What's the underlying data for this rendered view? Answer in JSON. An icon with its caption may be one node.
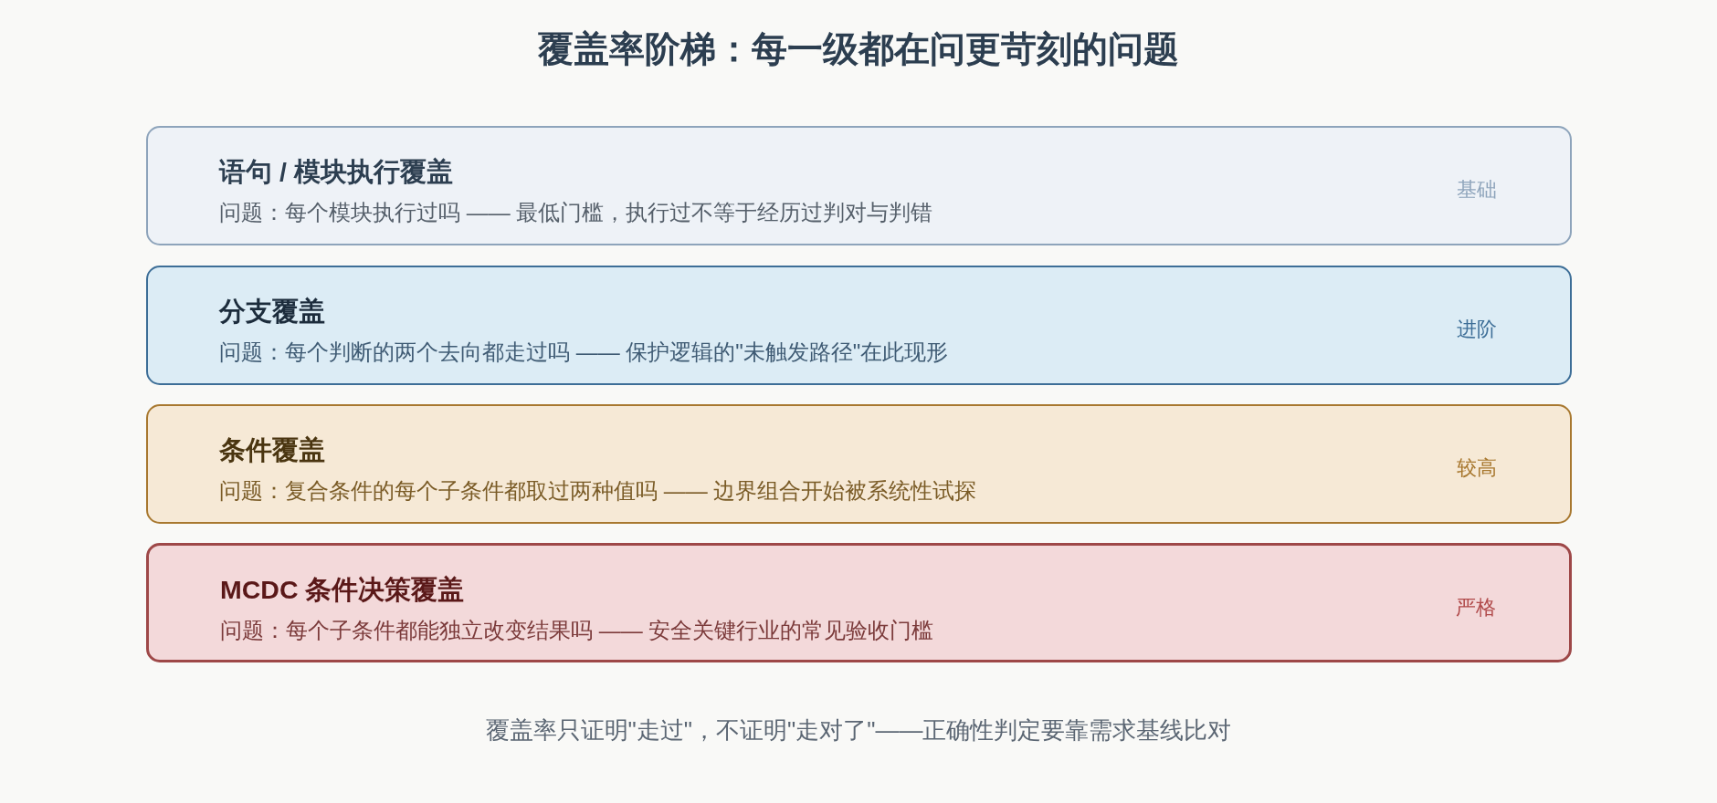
{
  "diagram": {
    "title": "覆盖率阶梯：每一级都在问更苛刻的问题",
    "nodes": [
      {
        "text": [
          "语句 / 模块执行覆盖",
          "问题：每个模块执行过吗 —— 最低门槛，执行过不等于经历过判对与判错",
          "基础"
        ]
      },
      {
        "text": [
          "分支覆盖",
          "问题：每个判断的两个去向都走过吗 —— 保护逻辑的\"未触发路径\"在此现形",
          "进阶"
        ]
      },
      {
        "text": [
          "条件覆盖",
          "问题：复合条件的每个子条件都取过两种值吗 —— 边界组合开始被系统性试探",
          "较高"
        ]
      },
      {
        "text": [
          "MCDC 条件决策覆盖",
          "问题：每个子条件都能独立改变结果吗 —— 安全关键行业的常见验收门槛",
          "严格"
        ]
      }
    ],
    "caption": "覆盖率只证明\"走过\"，不证明\"走对了\"——正确性判定要靠需求基线比对"
  }
}
